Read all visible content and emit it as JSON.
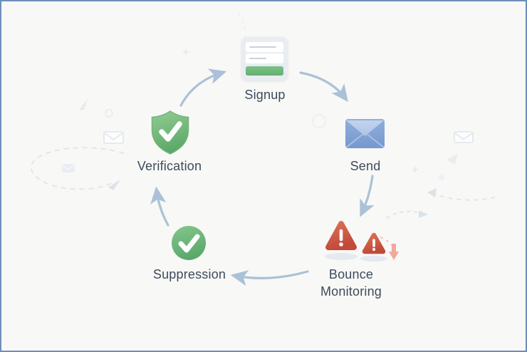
{
  "diagram": {
    "nodes": [
      {
        "id": "signup",
        "label": "Signup"
      },
      {
        "id": "send",
        "label": "Send"
      },
      {
        "id": "bounce_monitoring",
        "label": "Bounce Monitoring"
      },
      {
        "id": "suppression",
        "label": "Suppression"
      },
      {
        "id": "verification",
        "label": "Verification"
      }
    ],
    "flow": [
      "Signup",
      "Send",
      "Bounce Monitoring",
      "Suppression",
      "Verification",
      "Signup"
    ],
    "colors": {
      "frame_border": "#6d8fb8",
      "background": "#f8f8f6",
      "label_text": "#3d4b5c",
      "arrow": "#abc1d7",
      "success_green": "#6cb87a",
      "envelope_blue": "#7d9fd1",
      "envelope_flap_blue": "#bdcfea",
      "warning_red": "#d05a47",
      "bounce_arrow_salmon": "#f2a295",
      "card_background": "#e9edf2",
      "decor_gray": "#e4e7ec"
    }
  }
}
